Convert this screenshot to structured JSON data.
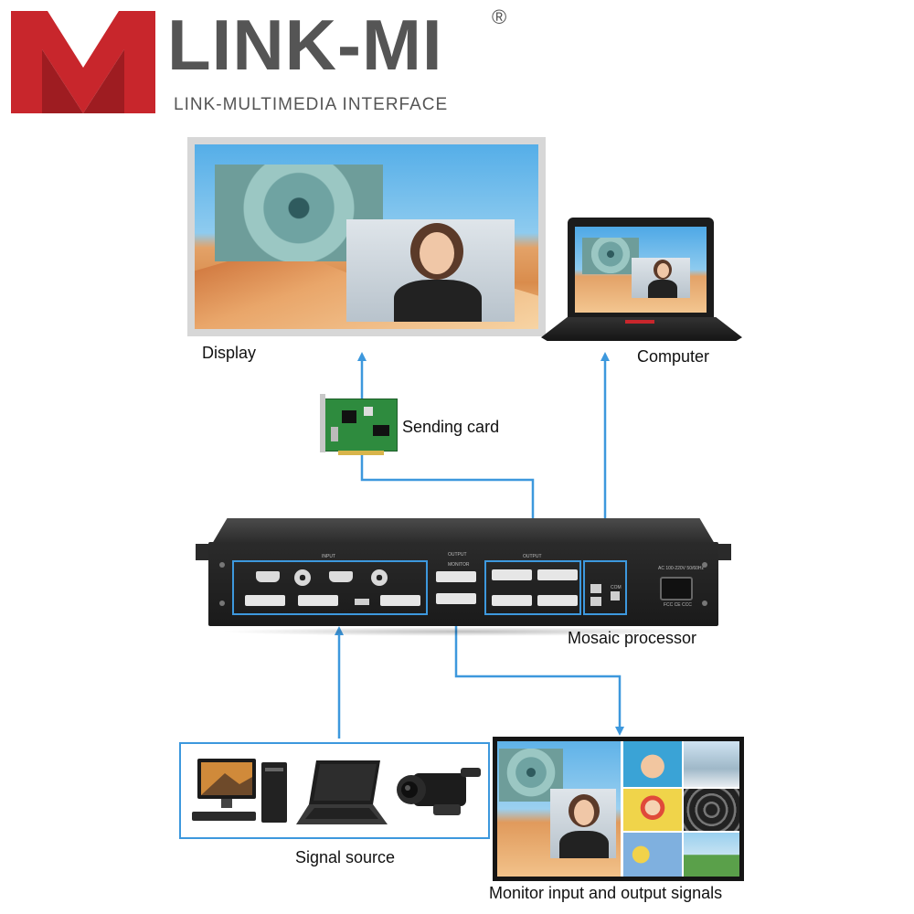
{
  "brand": {
    "name": "LINK-MI",
    "registered_mark": "®",
    "tagline": "LINK-MULTIMEDIA INTERFACE",
    "logo_color": "#c8262c",
    "text_color": "#555555"
  },
  "connector_color": "#3d98dd",
  "nodes": {
    "display": "Display",
    "computer": "Computer",
    "sending_card": "Sending card",
    "mosaic_processor": "Mosaic processor",
    "signal_source": "Signal source",
    "monitor": "Monitor input and output signals"
  },
  "processor_panel": {
    "input_label": "INPUT",
    "output_label_1": "OUTPUT",
    "output_label_2": "OUTPUT",
    "monitor_label": "MONITOR",
    "power_rating": "AC 100-220V 50/60Hz",
    "certifications": "FCC CE CCC",
    "com_label": "COM"
  }
}
